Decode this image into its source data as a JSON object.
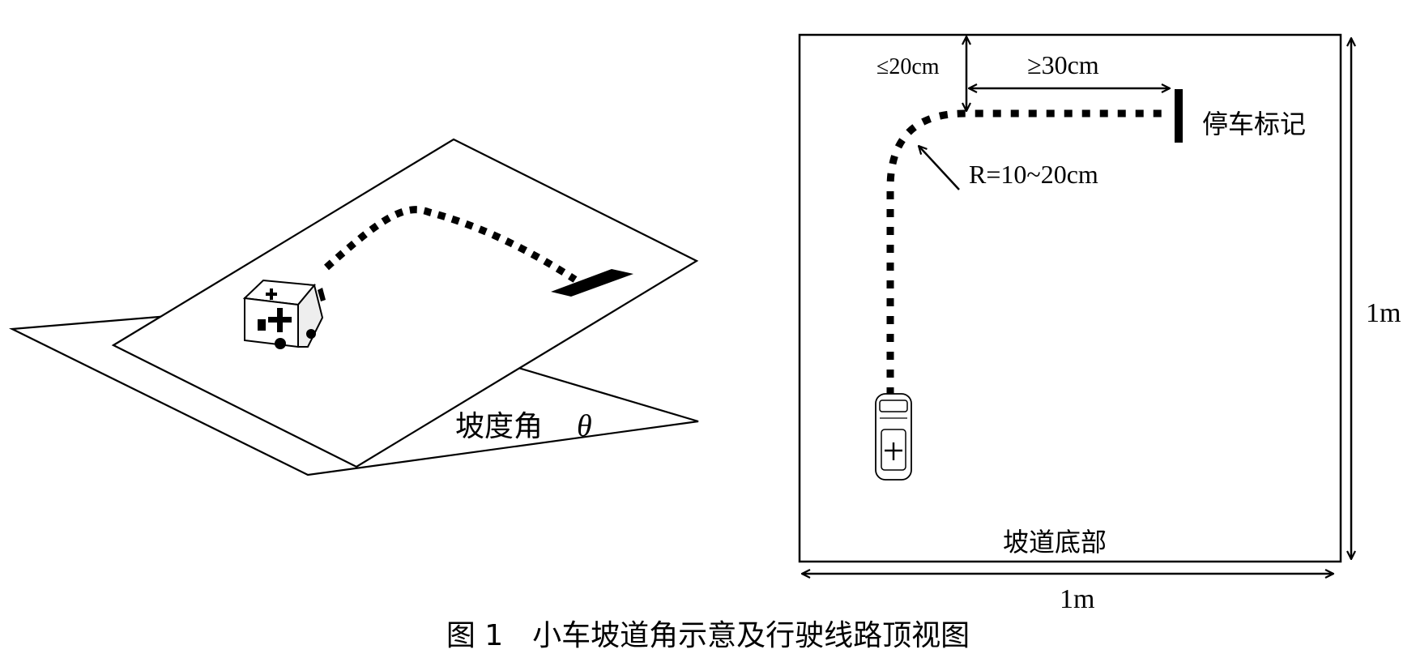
{
  "left_diagram": {
    "slope_angle_label": "坡度角",
    "theta_symbol": "θ"
  },
  "right_diagram": {
    "dim_max_gap": "≤20cm",
    "dim_min_straight": "≥30cm",
    "stop_label": "停车标记",
    "radius_label": "R=10~20cm",
    "side_length_right": "1m",
    "side_length_bottom": "1m",
    "ramp_bottom_label": "坡道底部"
  },
  "caption": "图 1　小车坡道角示意及行驶线路顶视图",
  "colors": {
    "ink": "#000000",
    "background": "#ffffff"
  }
}
